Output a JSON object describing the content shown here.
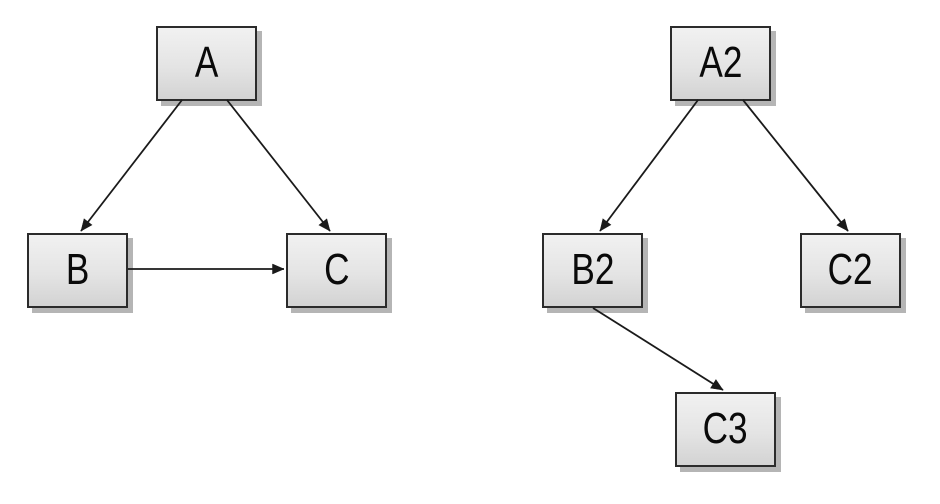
{
  "page": {
    "background_color": "#ffffff"
  },
  "colors": {
    "node_fill_top": "#f1f1f1",
    "node_fill_bottom": "#d3d3d3",
    "node_border": "#2b2b2b",
    "node_shadow": "#b5b5b5",
    "edge_stroke": "#1a1a1a",
    "label_text": "#0a0a0a"
  },
  "diagram_left": {
    "name": "left-graph",
    "nodes": [
      {
        "id": "A",
        "label": "A"
      },
      {
        "id": "B",
        "label": "B"
      },
      {
        "id": "C",
        "label": "C"
      }
    ],
    "edges": [
      {
        "from": "A",
        "to": "B"
      },
      {
        "from": "A",
        "to": "C"
      },
      {
        "from": "B",
        "to": "C"
      }
    ]
  },
  "diagram_right": {
    "name": "right-graph",
    "nodes": [
      {
        "id": "A2",
        "label": "A2"
      },
      {
        "id": "B2",
        "label": "B2"
      },
      {
        "id": "C2",
        "label": "C2"
      },
      {
        "id": "C3",
        "label": "C3"
      }
    ],
    "edges": [
      {
        "from": "A2",
        "to": "B2"
      },
      {
        "from": "A2",
        "to": "C2"
      },
      {
        "from": "B2",
        "to": "C3"
      }
    ]
  }
}
